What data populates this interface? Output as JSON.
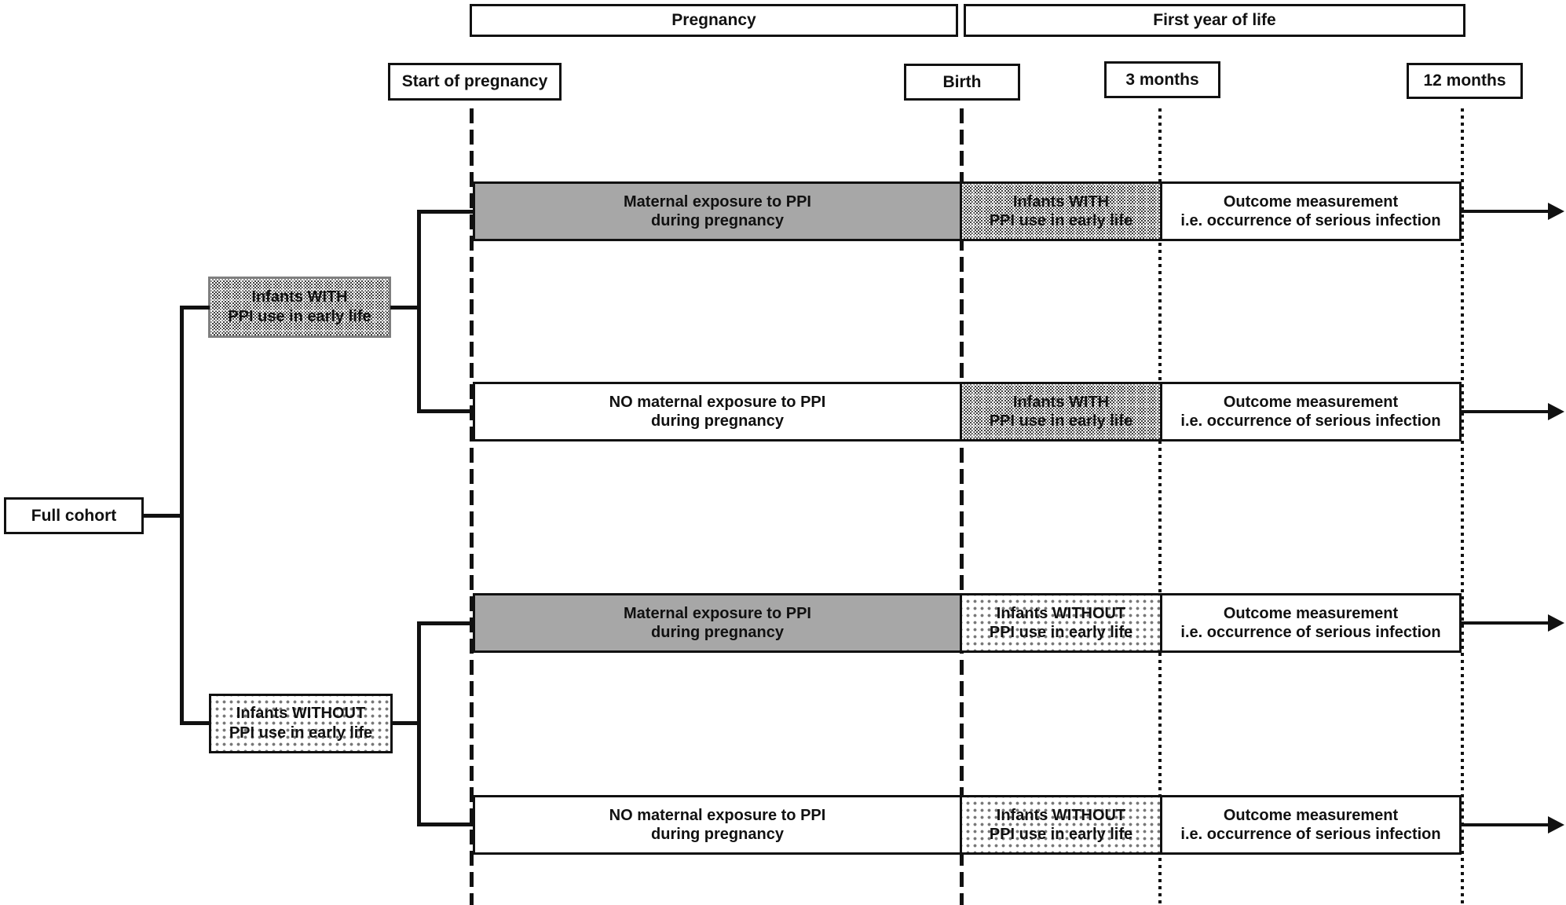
{
  "timeline": {
    "phases": [
      {
        "label": "Pregnancy"
      },
      {
        "label": "First year of life"
      }
    ],
    "milestones": [
      {
        "label": "Start of pregnancy",
        "line_style": "dashed"
      },
      {
        "label": "Birth",
        "line_style": "dashed"
      },
      {
        "label": "3 months",
        "line_style": "dotted"
      },
      {
        "label": "12 months",
        "line_style": "dotted"
      }
    ]
  },
  "cohort": {
    "label": "Full cohort"
  },
  "groups": [
    {
      "line1": "Infants WITH",
      "line2": "PPI use in early life",
      "fill": "checker"
    },
    {
      "line1": "Infants WITHOUT",
      "line2": "PPI use in early life",
      "fill": "dots"
    }
  ],
  "rows": [
    {
      "pregnancy": {
        "line1": "Maternal exposure to PPI",
        "line2": "during pregnancy",
        "fill": "gray"
      },
      "early_life": {
        "line1": "Infants WITH",
        "line2": "PPI use in early life",
        "fill": "checker"
      },
      "outcome": {
        "line1": "Outcome measurement",
        "line2": "i.e. occurrence of serious infection",
        "fill": "white"
      }
    },
    {
      "pregnancy": {
        "line1": "NO maternal exposure to PPI",
        "line2": "during pregnancy",
        "fill": "white"
      },
      "early_life": {
        "line1": "Infants WITH",
        "line2": "PPI use in early life",
        "fill": "checker"
      },
      "outcome": {
        "line1": "Outcome measurement",
        "line2": "i.e. occurrence of serious infection",
        "fill": "white"
      }
    },
    {
      "pregnancy": {
        "line1": "Maternal exposure to PPI",
        "line2": "during pregnancy",
        "fill": "gray"
      },
      "early_life": {
        "line1": "Infants WITHOUT",
        "line2": "PPI use in early life",
        "fill": "dots"
      },
      "outcome": {
        "line1": "Outcome measurement",
        "line2": "i.e. occurrence of serious infection",
        "fill": "white"
      }
    },
    {
      "pregnancy": {
        "line1": "NO maternal exposure to PPI",
        "line2": "during pregnancy",
        "fill": "white"
      },
      "early_life": {
        "line1": "Infants WITHOUT",
        "line2": "PPI use in early life",
        "fill": "dots"
      },
      "outcome": {
        "line1": "Outcome measurement",
        "line2": "i.e. occurrence of serious infection",
        "fill": "white"
      }
    }
  ],
  "colors": {
    "line_black": "#111111",
    "gray_fill": "#a7a7a7",
    "checker_dark": "#3e3e3e",
    "dot_gray": "#777777",
    "with_group_border": "#7f7f7f"
  }
}
